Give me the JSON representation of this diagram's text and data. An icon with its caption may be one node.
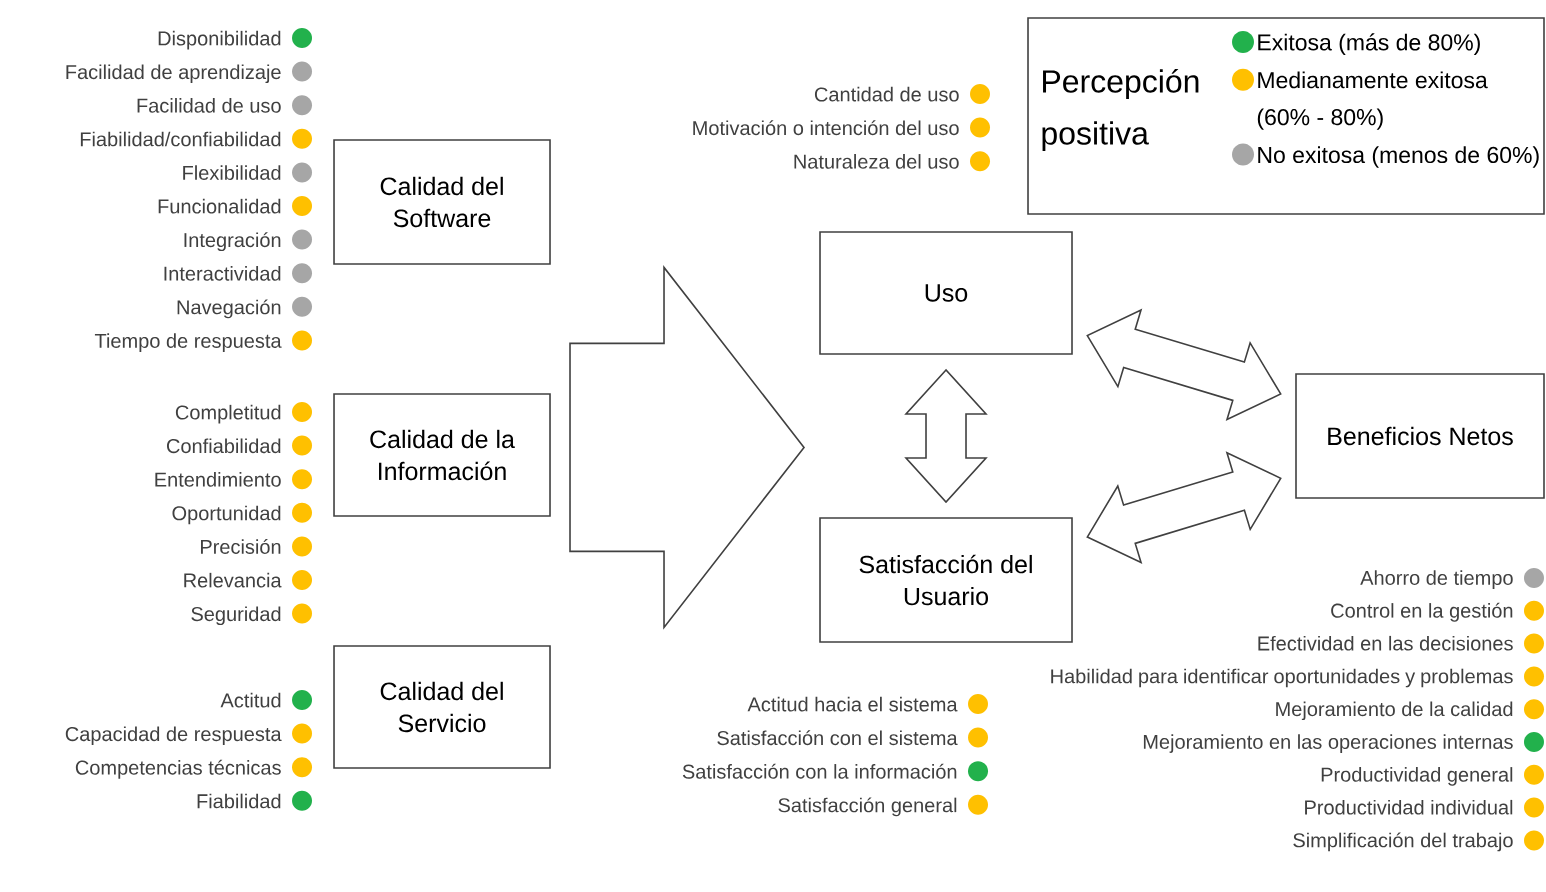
{
  "diagram": {
    "nodes": [
      {
        "text": [
          "Calidad del Software"
        ],
        "beside": [
          "Disponibilidad",
          "Facilidad de aprendizaje",
          "Facilidad de uso",
          "Fiabilidad/confiabilidad",
          "Flexibilidad",
          "Funcionalidad",
          "Integración",
          "Interactividad",
          "Navegación",
          "Tiempo de respuesta"
        ]
      },
      {
        "text": [
          "Calidad de la Información"
        ],
        "beside": [
          "Completitud",
          "Confiabilidad",
          "Entendimiento",
          "Oportunidad",
          "Precisión",
          "Relevancia",
          "Seguridad"
        ]
      },
      {
        "text": [
          "Calidad del Servicio"
        ],
        "beside": [
          "Actitud",
          "Capacidad de respuesta",
          "Competencias técnicas",
          "Fiabilidad"
        ]
      },
      {
        "text": [
          "Uso"
        ],
        "beside": [
          "Cantidad de uso",
          "Motivación o intención del uso",
          "Naturaleza del uso"
        ]
      },
      {
        "text": [
          "Satisfacción del Usuario"
        ],
        "beside": [
          "Actitud hacia el sistema",
          "Satisfacción con el sistema",
          "Satisfacción con la información",
          "Satisfacción general"
        ]
      },
      {
        "text": [
          "Beneficios Netos"
        ],
        "beside": [
          "Ahorro de tiempo",
          "Control en la gestión",
          "Efectividad en las decisiones",
          "Habilidad para identificar oportunidades y problemas",
          "Mejoramiento de la calidad",
          "Mejoramiento en las operaciones internas",
          "Productividad general",
          "Productividad individual",
          "Simplificación del trabajo"
        ]
      }
    ],
    "edges": [
      {
        "from": 0,
        "to": 3,
        "arrow": "to"
      },
      {
        "from": 0,
        "to": 4,
        "arrow": "to"
      },
      {
        "from": 1,
        "to": 3,
        "arrow": "to"
      },
      {
        "from": 1,
        "to": 4,
        "arrow": "to"
      },
      {
        "from": 2,
        "to": 3,
        "arrow": "to"
      },
      {
        "from": 2,
        "to": 4,
        "arrow": "to"
      },
      {
        "from": 3,
        "to": 4,
        "arrow": "both"
      },
      {
        "from": 3,
        "to": 5,
        "arrow": "both"
      },
      {
        "from": 4,
        "to": 5,
        "arrow": "both"
      }
    ],
    "labels": [
      "Percepción positiva"
    ],
    "legend": [
      {
        "text": "Exitosa (más de 80%)",
        "color": "#22b14c"
      },
      {
        "text": "Medianamente exitosa (60% - 80%)",
        "color": "#ffc000"
      },
      {
        "text": "No exitosa (menos de 60%)",
        "color": "#a6a6a6"
      }
    ]
  }
}
